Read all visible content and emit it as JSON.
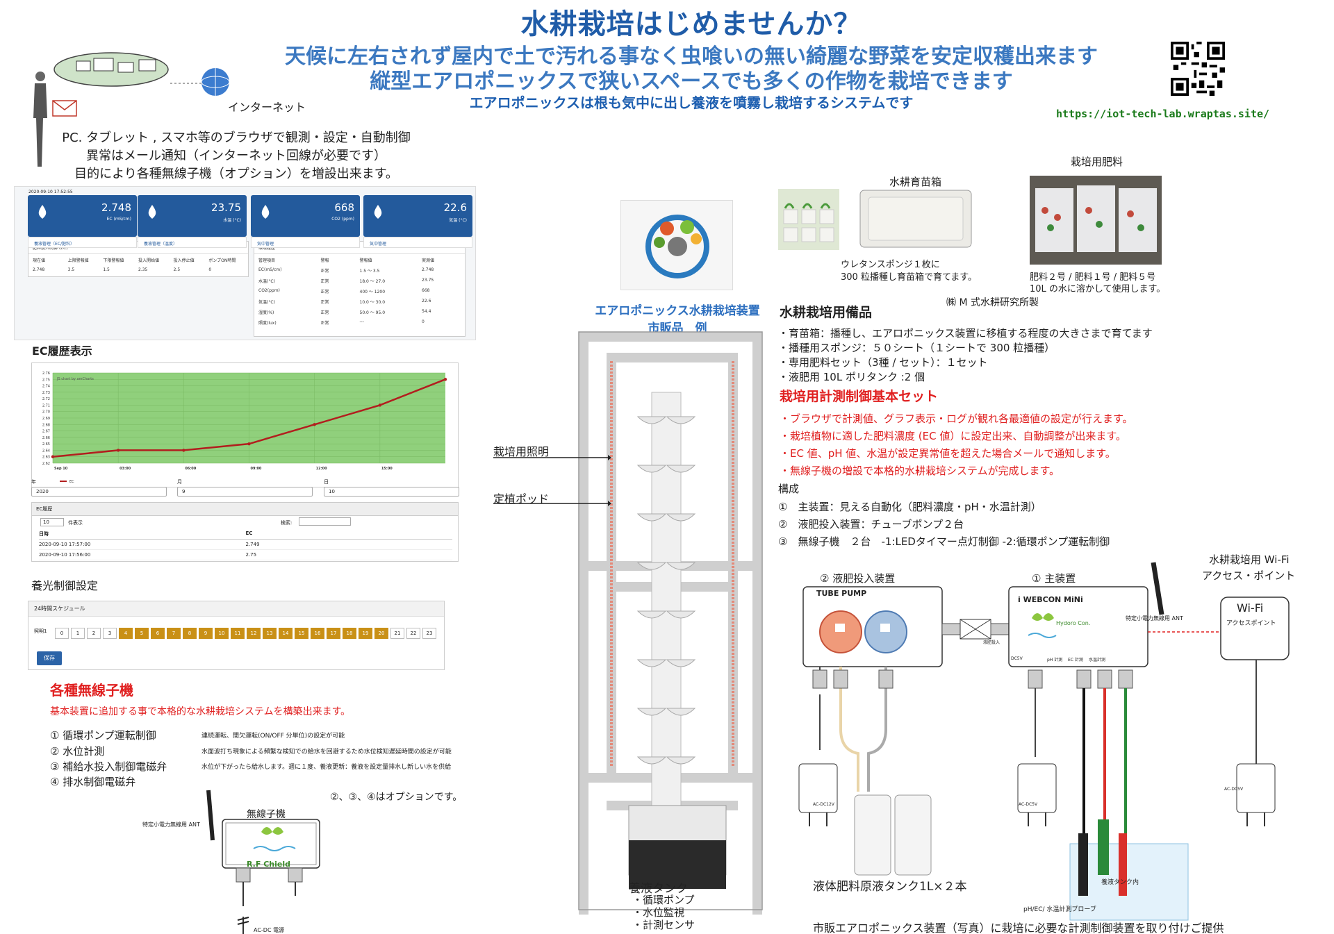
{
  "header": {
    "title": "水耕栽培はじめませんか？",
    "subtitle1": "天候に左右されず屋内で土で汚れる事なく虫喰いの無い綺麗な野菜を安定収穫出来ます",
    "subtitle2": "縦型エアロポニックスで狭いスペースでも多くの作物を栽培できます",
    "subtitle3": "エアロポニックスは根も気中に出し養液を噴霧し栽培するシステムです",
    "url": "https://iot-tech-lab.wraptas.site/"
  },
  "intro": {
    "internet_label": "インターネット",
    "line1": "PC. タブレット , スマホ等のブラウザで観測・設定・自動制御",
    "line2": "異常はメール通知（インターネット回線が必要です）",
    "line3": "目的により各種無線子機（オプション）を増設出来ます。"
  },
  "dashboard": {
    "timestamp": "2020-09-10 17:52:55",
    "cards": [
      {
        "value": "2.748",
        "unit": "EC (mS/cm)",
        "footer": "養液管理（EC/肥料）",
        "icon": "drop-icon"
      },
      {
        "value": "23.75",
        "unit": "水温 (°C)",
        "footer": "養液管理（温度）",
        "icon": "thermometer-icon"
      },
      {
        "value": "668",
        "unit": "CO2 (ppm)",
        "footer": "気中管理",
        "icon": "leaf-icon"
      },
      {
        "value": "22.6",
        "unit": "気温 (°C)",
        "footer": "気中管理",
        "icon": "thermometer-icon"
      }
    ],
    "fert_panel": {
      "title": "肥料投入制御 (EC)",
      "headers": [
        "現在値",
        "上限警報値",
        "下限警報値",
        "投入開始値",
        "投入停止値",
        "ポンプON時間"
      ],
      "row": [
        "2.748",
        "3.5",
        "1.5",
        "2.35",
        "2.5",
        "0"
      ]
    },
    "env_panel": {
      "title": "環境履歴",
      "headers": [
        "管理項目",
        "警報",
        "警報値",
        "実測値"
      ],
      "rows": [
        [
          "EC(mS/cm)",
          "正常",
          "1.5 ～ 3.5",
          "2.748"
        ],
        [
          "水温(°C)",
          "正常",
          "18.0 ～ 27.0",
          "23.75"
        ],
        [
          "CO2(ppm)",
          "正常",
          "400 ～ 1200",
          "668"
        ],
        [
          "気温(°C)",
          "正常",
          "10.0 ～ 30.0",
          "22.6"
        ],
        [
          "湿度(%)",
          "正常",
          "50.0 ～ 95.0",
          "54.4"
        ],
        [
          "照度(lux)",
          "正常",
          "---",
          "0"
        ]
      ]
    }
  },
  "ec_history": {
    "heading": "EC履歴表示",
    "chart_note": "JS chart by amCharts",
    "legend": "EC",
    "y_ticks": [
      "2.76",
      "2.75",
      "2.74",
      "2.73",
      "2.72",
      "2.71",
      "2.70",
      "2.69",
      "2.68",
      "2.67",
      "2.66",
      "2.65",
      "2.64",
      "2.63",
      "2.62"
    ],
    "x_ticks": [
      "Sep 10",
      "03:00",
      "06:00",
      "09:00",
      "12:00",
      "15:00"
    ],
    "selectors": [
      {
        "label": "年",
        "value": "2020"
      },
      {
        "label": "月",
        "value": "9"
      },
      {
        "label": "日",
        "value": "10"
      }
    ],
    "table_title": "EC履歴",
    "per_page": "10",
    "per_page_label": "件表示",
    "search_label": "検索:",
    "col1": "日時",
    "col2": "EC",
    "rows": [
      [
        "2020-09-10 17:57:00",
        "2.749"
      ],
      [
        "2020-09-10 17:56:00",
        "2.75"
      ]
    ]
  },
  "chart_data": {
    "type": "line",
    "x": [
      "Sep 10",
      "03:00",
      "06:00",
      "09:00",
      "12:00",
      "15:00",
      "18:00"
    ],
    "values": [
      2.63,
      2.64,
      2.64,
      2.65,
      2.68,
      2.71,
      2.75
    ],
    "series": [
      {
        "name": "EC",
        "values": [
          2.63,
          2.64,
          2.64,
          2.65,
          2.68,
          2.71,
          2.75
        ]
      }
    ],
    "ylim": [
      2.62,
      2.76
    ],
    "grid": true
  },
  "light_control": {
    "heading": "養光制御設定",
    "schedule_title": "24時間スケジュール",
    "row_label": "照明1",
    "hours": [
      "0",
      "1",
      "2",
      "3",
      "4",
      "5",
      "6",
      "7",
      "8",
      "9",
      "10",
      "11",
      "12",
      "13",
      "14",
      "15",
      "16",
      "17",
      "18",
      "19",
      "20",
      "21",
      "22",
      "23"
    ],
    "on_hours": [
      4,
      5,
      6,
      7,
      8,
      9,
      10,
      11,
      12,
      13,
      14,
      15,
      16,
      17,
      18,
      19,
      20
    ],
    "save_label": "保存"
  },
  "wireless": {
    "heading": "各種無線子機",
    "desc": "基本装置に追加する事で本格的な水耕栽培システムを構築出来ます。",
    "items": [
      {
        "label": "① 循環ポンプ運転制御",
        "note": "連続運転、間欠運転(ON/OFF 分単位)の設定が可能"
      },
      {
        "label": "② 水位計測",
        "note": "水面波打ち現象による頻繁な検知での給水を回避するため水位検知遅延時間の設定が可能"
      },
      {
        "label": "③ 補給水投入制御電磁弁",
        "note": "水位が下がったら給水します。週に１度、養液更新：養液を設定量排水し新しい水を供給"
      },
      {
        "label": "④ 排水制御電磁弁",
        "note": ""
      }
    ],
    "option_note": "②、③、④はオプションです。",
    "device_label": "無線子機",
    "ant_label": "特定小電力無線用 ANT",
    "device_name": "R.F Chield",
    "power_label": "AC-DC 電源"
  },
  "tower": {
    "caption1": "エアロポニックス水耕栽培装置",
    "caption2": "市販品　例",
    "light_label": "栽培用照明",
    "pot_label": "定植ポッド",
    "tank_title": "養液タンク",
    "tank_items": [
      "・循環ポンプ",
      "・水位監視",
      "・計測センサ"
    ]
  },
  "supplies": {
    "seedling_box": "水耕育苗箱",
    "fertilizer": "栽培用肥料",
    "sponge_note1": "ウレタンスポンジ１枚に",
    "sponge_note2": "300 粒播種し育苗箱で育てます。",
    "fert_note1": "肥料２号 / 肥料１号 / 肥料５号",
    "fert_note2": "10L の水に溶かして使用します。",
    "maker": "㈱ M 式水耕研究所製",
    "heading": "水耕栽培用備品",
    "items": [
      "・育苗箱：播種し、エアロポニックス装置に移植する程度の大きさまで育てます",
      "・播種用スポンジ：５０シート（１シートで 300 粒播種）",
      "・専用肥料セット（3種 / セット）：１セット",
      "・液肥用 10L ポリタンク :2 個"
    ]
  },
  "basic_set": {
    "heading": "栽培用計測制御基本セット",
    "items": [
      "・ブラウザで計測値、グラフ表示・ログが観れ各最適値の設定が行えます。",
      "・栽培植物に適した肥料濃度 (EC 値）に設定出来、自動調整が出来ます。",
      "・EC 値、pH 値、水温が設定異常値を超えた場合メールで通知します。",
      "・無線子機の増設で本格的水耕栽培システムが完成します。"
    ],
    "config_title": "構成",
    "config": [
      "①　主装置：見える自動化（肥料濃度・pH・水温計測）",
      "②　液肥投入装置：チューブポンプ２台",
      "③　無線子機　２台　-1:LEDタイマー点灯制御 -2:循環ポンプ運転制御"
    ]
  },
  "devices": {
    "pump_title": "② 液肥投入装置",
    "pump_name": "TUBE PUMP",
    "main_title": "① 主装置",
    "main_name": "i WEBCON MiNi",
    "main_brand": "Hydoro Con.",
    "main_ant": "特定小電力無線用 ANT",
    "port_labels": [
      "液肥投入",
      "DC5V",
      "pH 計測",
      "EC 計測",
      "水温計測"
    ],
    "wifi_title1": "水耕栽培用 Wi-Fi",
    "wifi_title2": "アクセス・ポイント",
    "wifi_name": "Wi-Fi",
    "wifi_sub": "アクセスポイント",
    "ac1": "AC-DC12V",
    "ac2": "AC-DC5V",
    "ac3": "AC-DC5V",
    "tank_label": "液体肥料原液タンク1L×２本",
    "probe_label": "養液タンク内",
    "probe_name": "pH/EC/ 水温計測プローブ",
    "footer": "市販エアロポニックス装置（写真）に栽培に必要な計測制御装置を取り付けご提供"
  }
}
